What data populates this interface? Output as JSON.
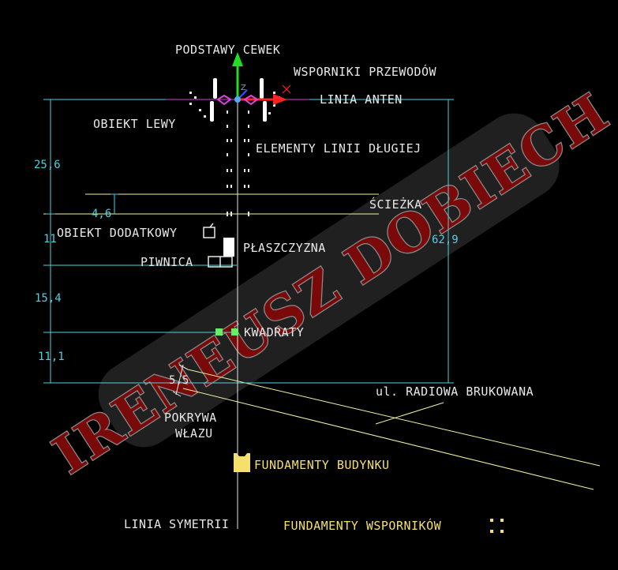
{
  "colors": {
    "background": "#000000",
    "text_white": "#e8e8e8",
    "dimension_cyan": "#4fd0e0",
    "yellow_line": "#f2f2a0",
    "watermark_red": "#7a0a0a",
    "watermark_gray": "#8a8a8a",
    "green_square": "#66ee66",
    "axis_green": "#22dd22",
    "axis_red": "#ff2222"
  },
  "watermark": {
    "text": "IRENEUSZ   DOBIECH"
  },
  "labels": {
    "podstawy_cewek": "PODSTAWY CEWEK",
    "wsporniki_przewodow": "WSPORNIKI PRZEWODÓW",
    "linia_anten": "LINIA ANTEN",
    "obiekt_lewy": "OBIEKT LEWY",
    "elementy_linii_dlugiej": "ELEMENTY LINII DŁUGIEJ",
    "sciezka": "ŚCIEŻKA",
    "obiekt_dodatkowy": "OBIEKT DODATKOWY",
    "plaszczyzna": "PŁASZCZYZNA",
    "piwnica": "PIWNICA",
    "kwadraty": "KWADRATY",
    "ul_radiowa": "ul. RADIOWA BRUKOWANA",
    "pokrywa_line1": "POKRYWA",
    "pokrywa_line2": "WŁAZU",
    "fundamenty_budynku": "FUNDAMENTY BUDYNKU",
    "linia_symetrii": "LINIA SYMETRII",
    "fundamenty_wspornikow": "FUNDAMENTY WSPORNIKÓW"
  },
  "dimensions": {
    "d_25_6": "25,6",
    "d_4_6": "4,6",
    "d_11": "11",
    "d_15_4": "15,4",
    "d_11_1": "11,1",
    "d_5_5": "5,5",
    "d_62_9": "62,9"
  },
  "axis_icon": {
    "z_label": "Z"
  }
}
